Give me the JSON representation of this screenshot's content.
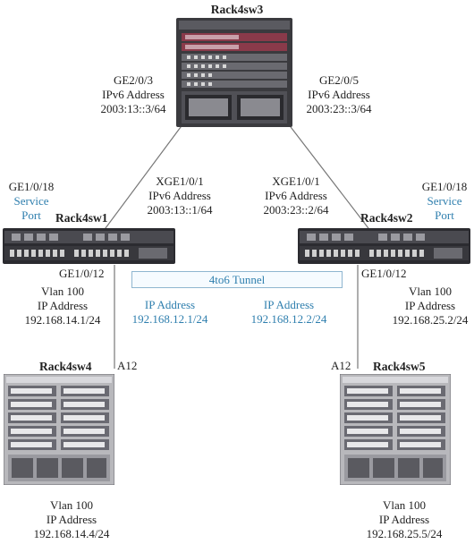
{
  "devices": {
    "rack4sw3": {
      "name": "Rack4sw3"
    },
    "rack4sw1": {
      "name": "Rack4sw1"
    },
    "rack4sw2": {
      "name": "Rack4sw2"
    },
    "rack4sw4": {
      "name": "Rack4sw4"
    },
    "rack4sw5": {
      "name": "Rack4sw5"
    }
  },
  "sw3_left_port": {
    "port": "GE2/0/3",
    "type": "IPv6 Address",
    "addr": "2003:13::3/64"
  },
  "sw3_right_port": {
    "port": "GE2/0/5",
    "type": "IPv6 Address",
    "addr": "2003:23::3/64"
  },
  "sw1_uplink": {
    "port": "XGE1/0/1",
    "type": "IPv6 Address",
    "addr": "2003:13::1/64"
  },
  "sw2_uplink": {
    "port": "XGE1/0/1",
    "type": "IPv6 Address",
    "addr": "2003:23::2/64"
  },
  "sw1_service": {
    "port": "GE1/0/18",
    "line1": "Service",
    "line2": "Port"
  },
  "sw2_service": {
    "port": "GE1/0/18",
    "line1": "Service",
    "line2": "Port"
  },
  "sw1_downlink": {
    "port": "GE1/0/12",
    "vlan": "Vlan 100",
    "type": "IP Address",
    "addr": "192.168.14.1/24"
  },
  "sw2_downlink": {
    "port": "GE1/0/12",
    "vlan": "Vlan 100",
    "type": "IP Address",
    "addr": "192.168.25.2/24"
  },
  "tunnel": {
    "label": "4to6 Tunnel",
    "left": {
      "type": "IP Address",
      "addr": "192.168.12.1/24"
    },
    "right": {
      "type": "IP Address",
      "addr": "192.168.12.2/24"
    }
  },
  "sw4_port": "A12",
  "sw5_port": "A12",
  "sw4_info": {
    "vlan": "Vlan 100",
    "type": "IP Address",
    "addr": "192.168.14.4/24"
  },
  "sw5_info": {
    "vlan": "Vlan 100",
    "type": "IP Address",
    "addr": "192.168.25.5/24"
  },
  "colors": {
    "accent": "#2f7fae",
    "text": "#222222",
    "line": "#777777"
  }
}
